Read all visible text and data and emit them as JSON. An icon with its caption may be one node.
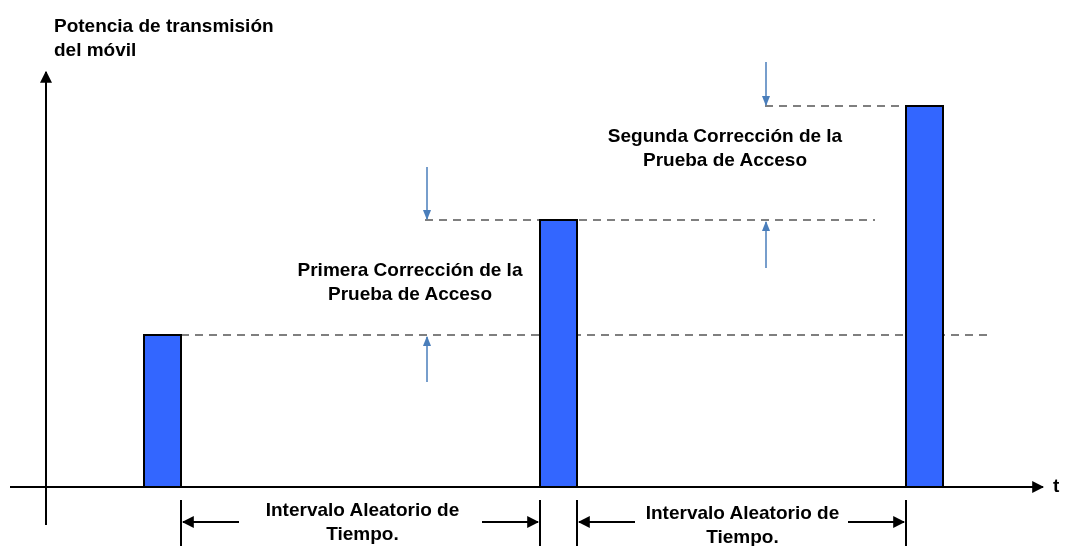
{
  "diagram": {
    "nodes": [
      {
        "text": [],
        "shape": "bar"
      },
      {
        "text": [],
        "shape": "bar"
      },
      {
        "text": [],
        "shape": "bar"
      }
    ],
    "edges": [],
    "labels": [
      "Potencia de transmisión del móvil",
      "Segunda Corrección de la Prueba de Acceso",
      "Primera Corrección de la Prueba de Acceso",
      "t",
      "Intervalo Aleatorio de Tiempo.",
      "Intervalo Aleatorio de Tiempo."
    ]
  }
}
